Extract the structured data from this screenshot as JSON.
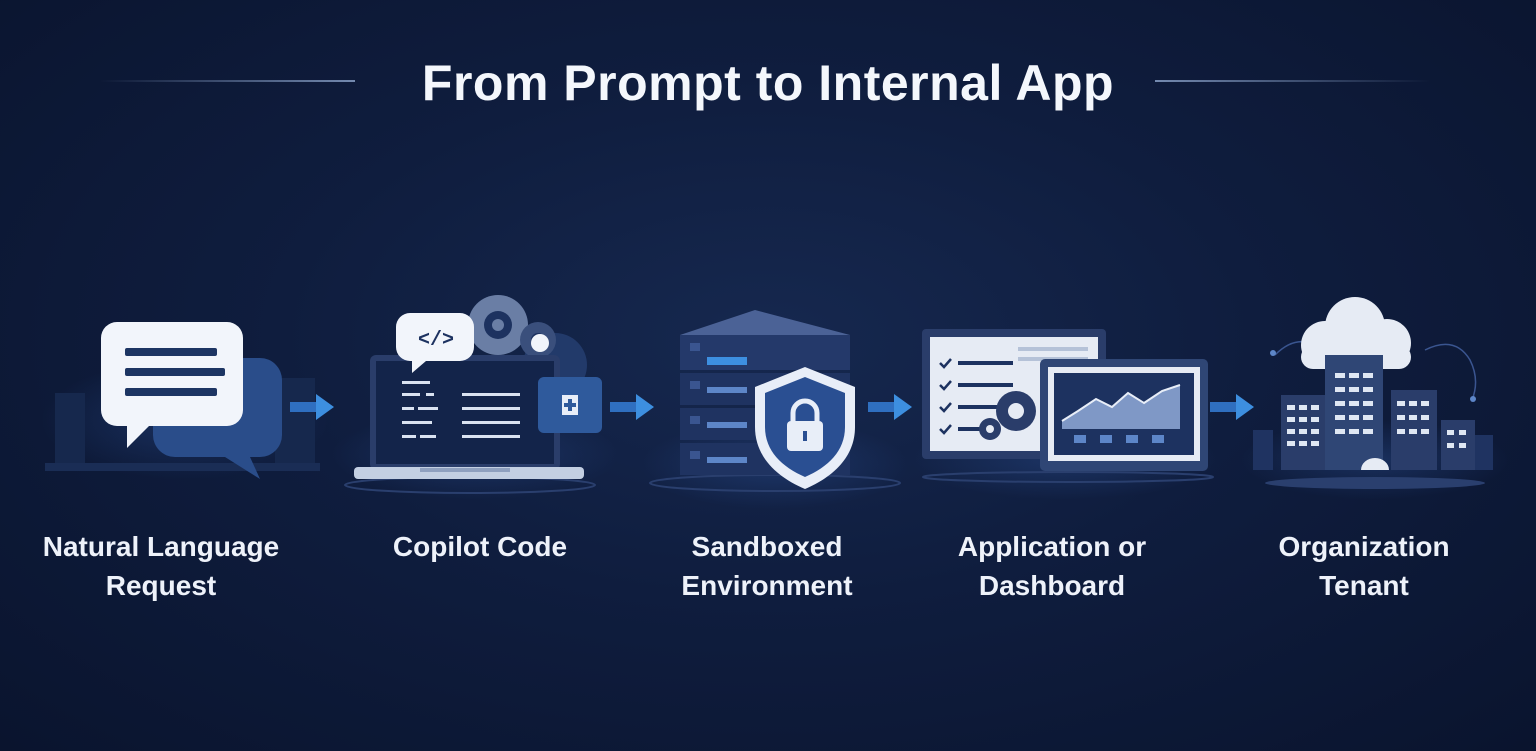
{
  "title": "From Prompt to Internal App",
  "steps": [
    {
      "label": "Natural Language Request",
      "icon": "chat-bubbles-icon"
    },
    {
      "label": "Copilot Code",
      "icon": "code-laptop-icon"
    },
    {
      "label": "Sandboxed Environment",
      "icon": "server-shield-icon"
    },
    {
      "label": "Application or Dashboard",
      "icon": "dashboard-screens-icon"
    },
    {
      "label": "Organization Tenant",
      "icon": "cloud-buildings-icon"
    }
  ],
  "colors": {
    "background": "#0f1d3e",
    "accent": "#3d8fe0",
    "icon_dark": "#1d3260",
    "icon_light": "#e8eef8"
  }
}
